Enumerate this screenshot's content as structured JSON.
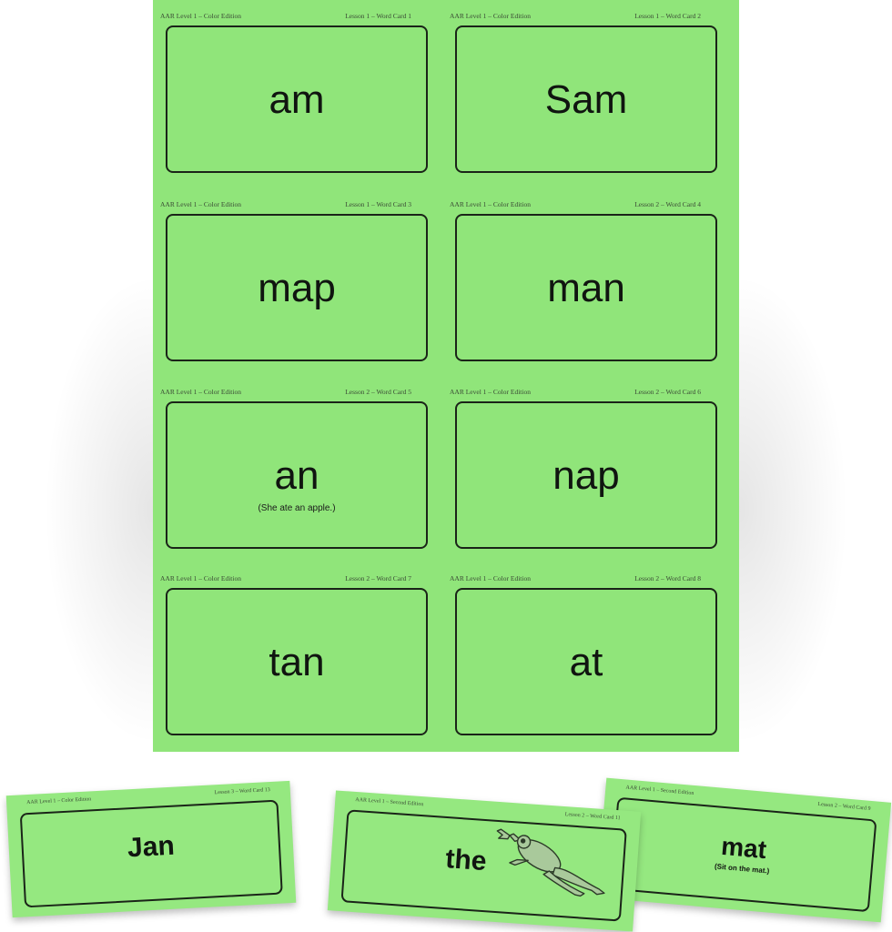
{
  "sheet_cards": [
    {
      "header_left": "AAR Level 1 – Color Edition",
      "header_right": "Lesson 1 – Word Card 1",
      "word": "am",
      "sub": ""
    },
    {
      "header_left": "AAR Level 1 – Color Edition",
      "header_right": "Lesson 1 – Word Card 2",
      "word": "Sam",
      "sub": ""
    },
    {
      "header_left": "AAR Level 1 – Color Edition",
      "header_right": "Lesson 1 – Word Card 3",
      "word": "map",
      "sub": ""
    },
    {
      "header_left": "AAR Level 1 – Color Edition",
      "header_right": "Lesson 2 – Word Card 4",
      "word": "man",
      "sub": ""
    },
    {
      "header_left": "AAR Level 1 – Color Edition",
      "header_right": "Lesson 2 – Word Card 5",
      "word": "an",
      "sub": "(She ate an apple.)"
    },
    {
      "header_left": "AAR Level 1 – Color Edition",
      "header_right": "Lesson 2 – Word Card 6",
      "word": "nap",
      "sub": ""
    },
    {
      "header_left": "AAR Level 1 – Color Edition",
      "header_right": "Lesson 2 – Word Card 7",
      "word": "tan",
      "sub": ""
    },
    {
      "header_left": "AAR Level 1 – Color Edition",
      "header_right": "Lesson 2 – Word Card 8",
      "word": "at",
      "sub": ""
    }
  ],
  "loose_cards": [
    {
      "header_left": "AAR Level 1 – Color Edition",
      "header_right": "Lesson 3 – Word Card 13",
      "word": "Jan",
      "sub": ""
    },
    {
      "header_left": "AAR Level 1 – Second Edition",
      "header_right": "Lesson 2 – Word Card 11",
      "word": "the",
      "sub": ""
    },
    {
      "header_left": "AAR Level 1 – Second Edition",
      "header_right": "Lesson 2 – Word Card 9",
      "word": "mat",
      "sub": "(Sit on the mat.)"
    }
  ],
  "icons": {
    "frog": "frog-illustration"
  },
  "colors": {
    "card_green": "#90e57a",
    "border": "#1a2418"
  }
}
